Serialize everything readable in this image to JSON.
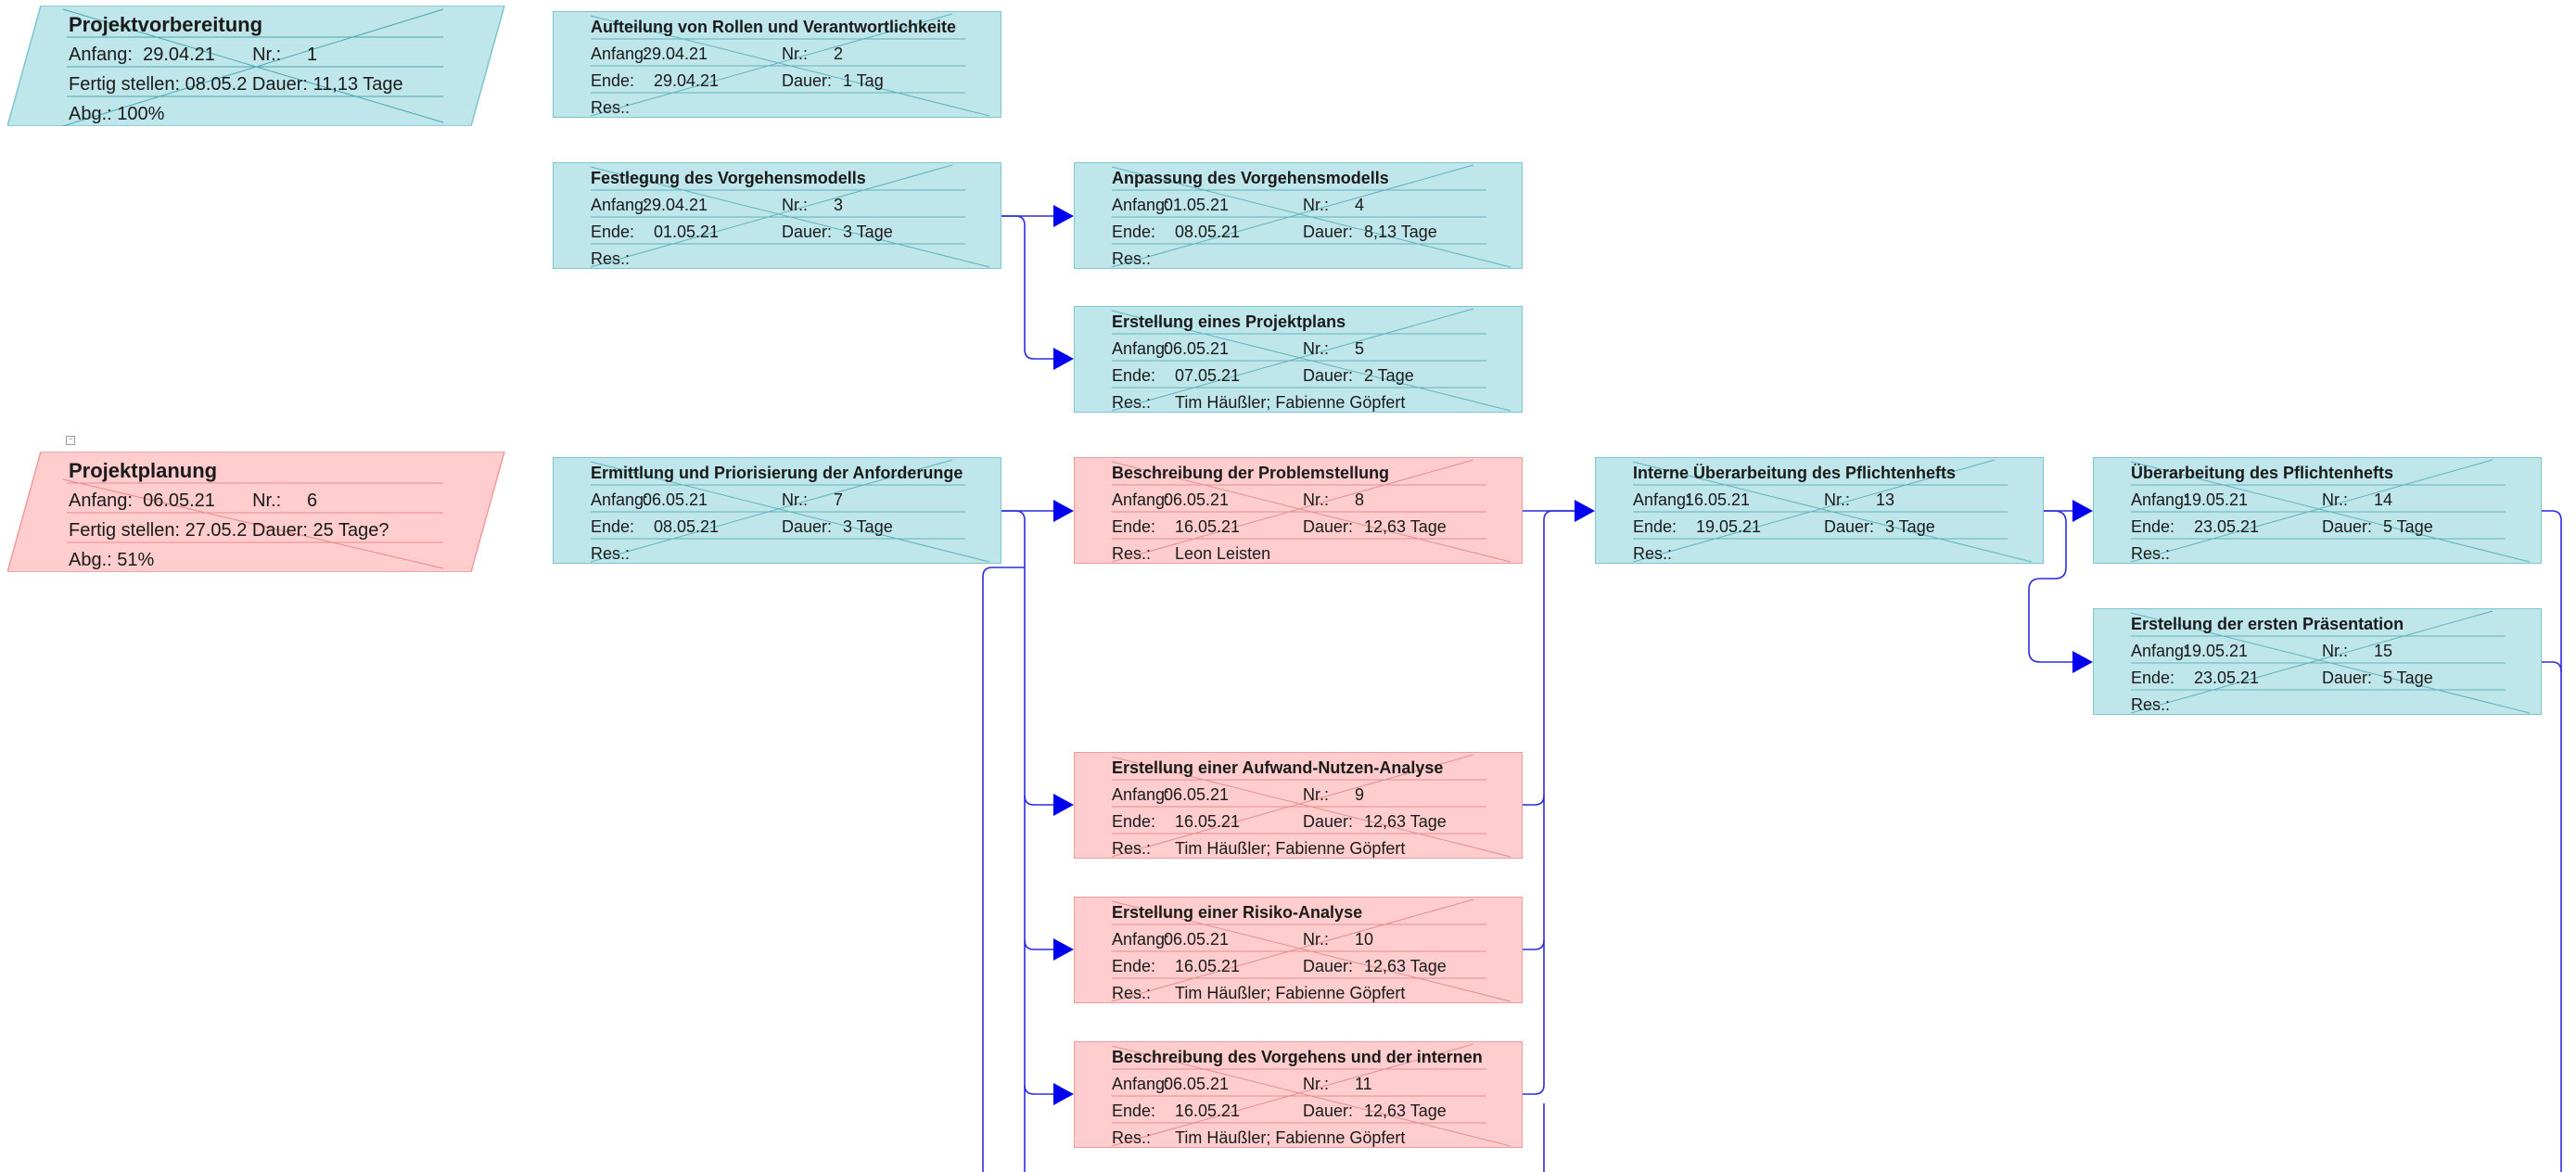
{
  "summaries": [
    {
      "id": "s1",
      "color": "#bfe6ea",
      "border": "#7cc6cf",
      "title": "Projektvorbereitung",
      "anfang_label": "Anfang:",
      "anfang": "29.04.21",
      "nr_label": "Nr.:",
      "nr": "1",
      "fertig_label": "Fertig stellen:",
      "fertig": "08.05.2",
      "dauer_label": "Dauer:",
      "dauer": "11,13 Tage",
      "abg_label": "Abg.:",
      "abg": "100%"
    },
    {
      "id": "s2",
      "color": "#ffcdcd",
      "border": "#f19a9a",
      "title": "Projektplanung",
      "anfang_label": "Anfang:",
      "anfang": "06.05.21",
      "nr_label": "Nr.:",
      "nr": "6",
      "fertig_label": "Fertig stellen:",
      "fertig": "27.05.2",
      "dauer_label": "Dauer:",
      "dauer": "25 Tage?",
      "abg_label": "Abg.:",
      "abg": "51%"
    }
  ],
  "labels": {
    "anfang": "Anfang:",
    "ende": "Ende:",
    "nr": "Nr.:",
    "dauer": "Dauer:",
    "res": "Res.:"
  },
  "tasks": [
    {
      "id": "t2",
      "style": "blue",
      "title": "Aufteilung von Rollen und Verantwortlichkeite",
      "anfang": "29.04.21",
      "nr": "2",
      "ende": "29.04.21",
      "dauer": "1 Tag",
      "res": ""
    },
    {
      "id": "t3",
      "style": "blue",
      "title": "Festlegung des Vorgehensmodells",
      "anfang": "29.04.21",
      "nr": "3",
      "ende": "01.05.21",
      "dauer": "3 Tage",
      "res": ""
    },
    {
      "id": "t4",
      "style": "blue",
      "title": "Anpassung des Vorgehensmodells",
      "anfang": "01.05.21",
      "nr": "4",
      "ende": "08.05.21",
      "dauer": "8,13 Tage",
      "res": ""
    },
    {
      "id": "t5",
      "style": "blue",
      "title": "Erstellung eines Projektplans",
      "anfang": "06.05.21",
      "nr": "5",
      "ende": "07.05.21",
      "dauer": "2 Tage",
      "res": "Tim Häußler; Fabienne Göpfert"
    },
    {
      "id": "t7",
      "style": "blue",
      "title": "Ermittlung und Priorisierung der Anforderunge",
      "anfang": "06.05.21",
      "nr": "7",
      "ende": "08.05.21",
      "dauer": "3 Tage",
      "res": ""
    },
    {
      "id": "t8",
      "style": "red",
      "title": "Beschreibung der Problemstellung",
      "anfang": "06.05.21",
      "nr": "8",
      "ende": "16.05.21",
      "dauer": "12,63 Tage",
      "res": "Leon Leisten"
    },
    {
      "id": "t13",
      "style": "blue",
      "title": "Interne Überarbeitung des Pflichtenhefts",
      "anfang": "16.05.21",
      "nr": "13",
      "ende": "19.05.21",
      "dauer": "3 Tage",
      "res": ""
    },
    {
      "id": "t14",
      "style": "blue",
      "title": "Überarbeitung des Pflichtenhefts",
      "anfang": "19.05.21",
      "nr": "14",
      "ende": "23.05.21",
      "dauer": "5 Tage",
      "res": ""
    },
    {
      "id": "t15",
      "style": "blue",
      "title": "Erstellung der ersten Präsentation",
      "anfang": "19.05.21",
      "nr": "15",
      "ende": "23.05.21",
      "dauer": "5 Tage",
      "res": ""
    },
    {
      "id": "t9",
      "style": "red",
      "title": "Erstellung einer Aufwand-Nutzen-Analyse",
      "anfang": "06.05.21",
      "nr": "9",
      "ende": "16.05.21",
      "dauer": "12,63 Tage",
      "res": "Tim Häußler; Fabienne Göpfert"
    },
    {
      "id": "t10",
      "style": "red",
      "title": "Erstellung einer Risiko-Analyse",
      "anfang": "06.05.21",
      "nr": "10",
      "ende": "16.05.21",
      "dauer": "12,63 Tage",
      "res": "Tim Häußler; Fabienne Göpfert"
    },
    {
      "id": "t11",
      "style": "red",
      "title": "Beschreibung des Vorgehens und der internen",
      "anfang": "06.05.21",
      "nr": "11",
      "ende": "16.05.21",
      "dauer": "12,63 Tage",
      "res": "Tim Häußler; Fabienne Göpfert"
    }
  ],
  "colors": {
    "blue_fill": "#bfe6ea",
    "blue_border": "#7cc6cf",
    "red_fill": "#ffcdcd",
    "red_border": "#f19a9a",
    "connector": "#0000ee"
  }
}
